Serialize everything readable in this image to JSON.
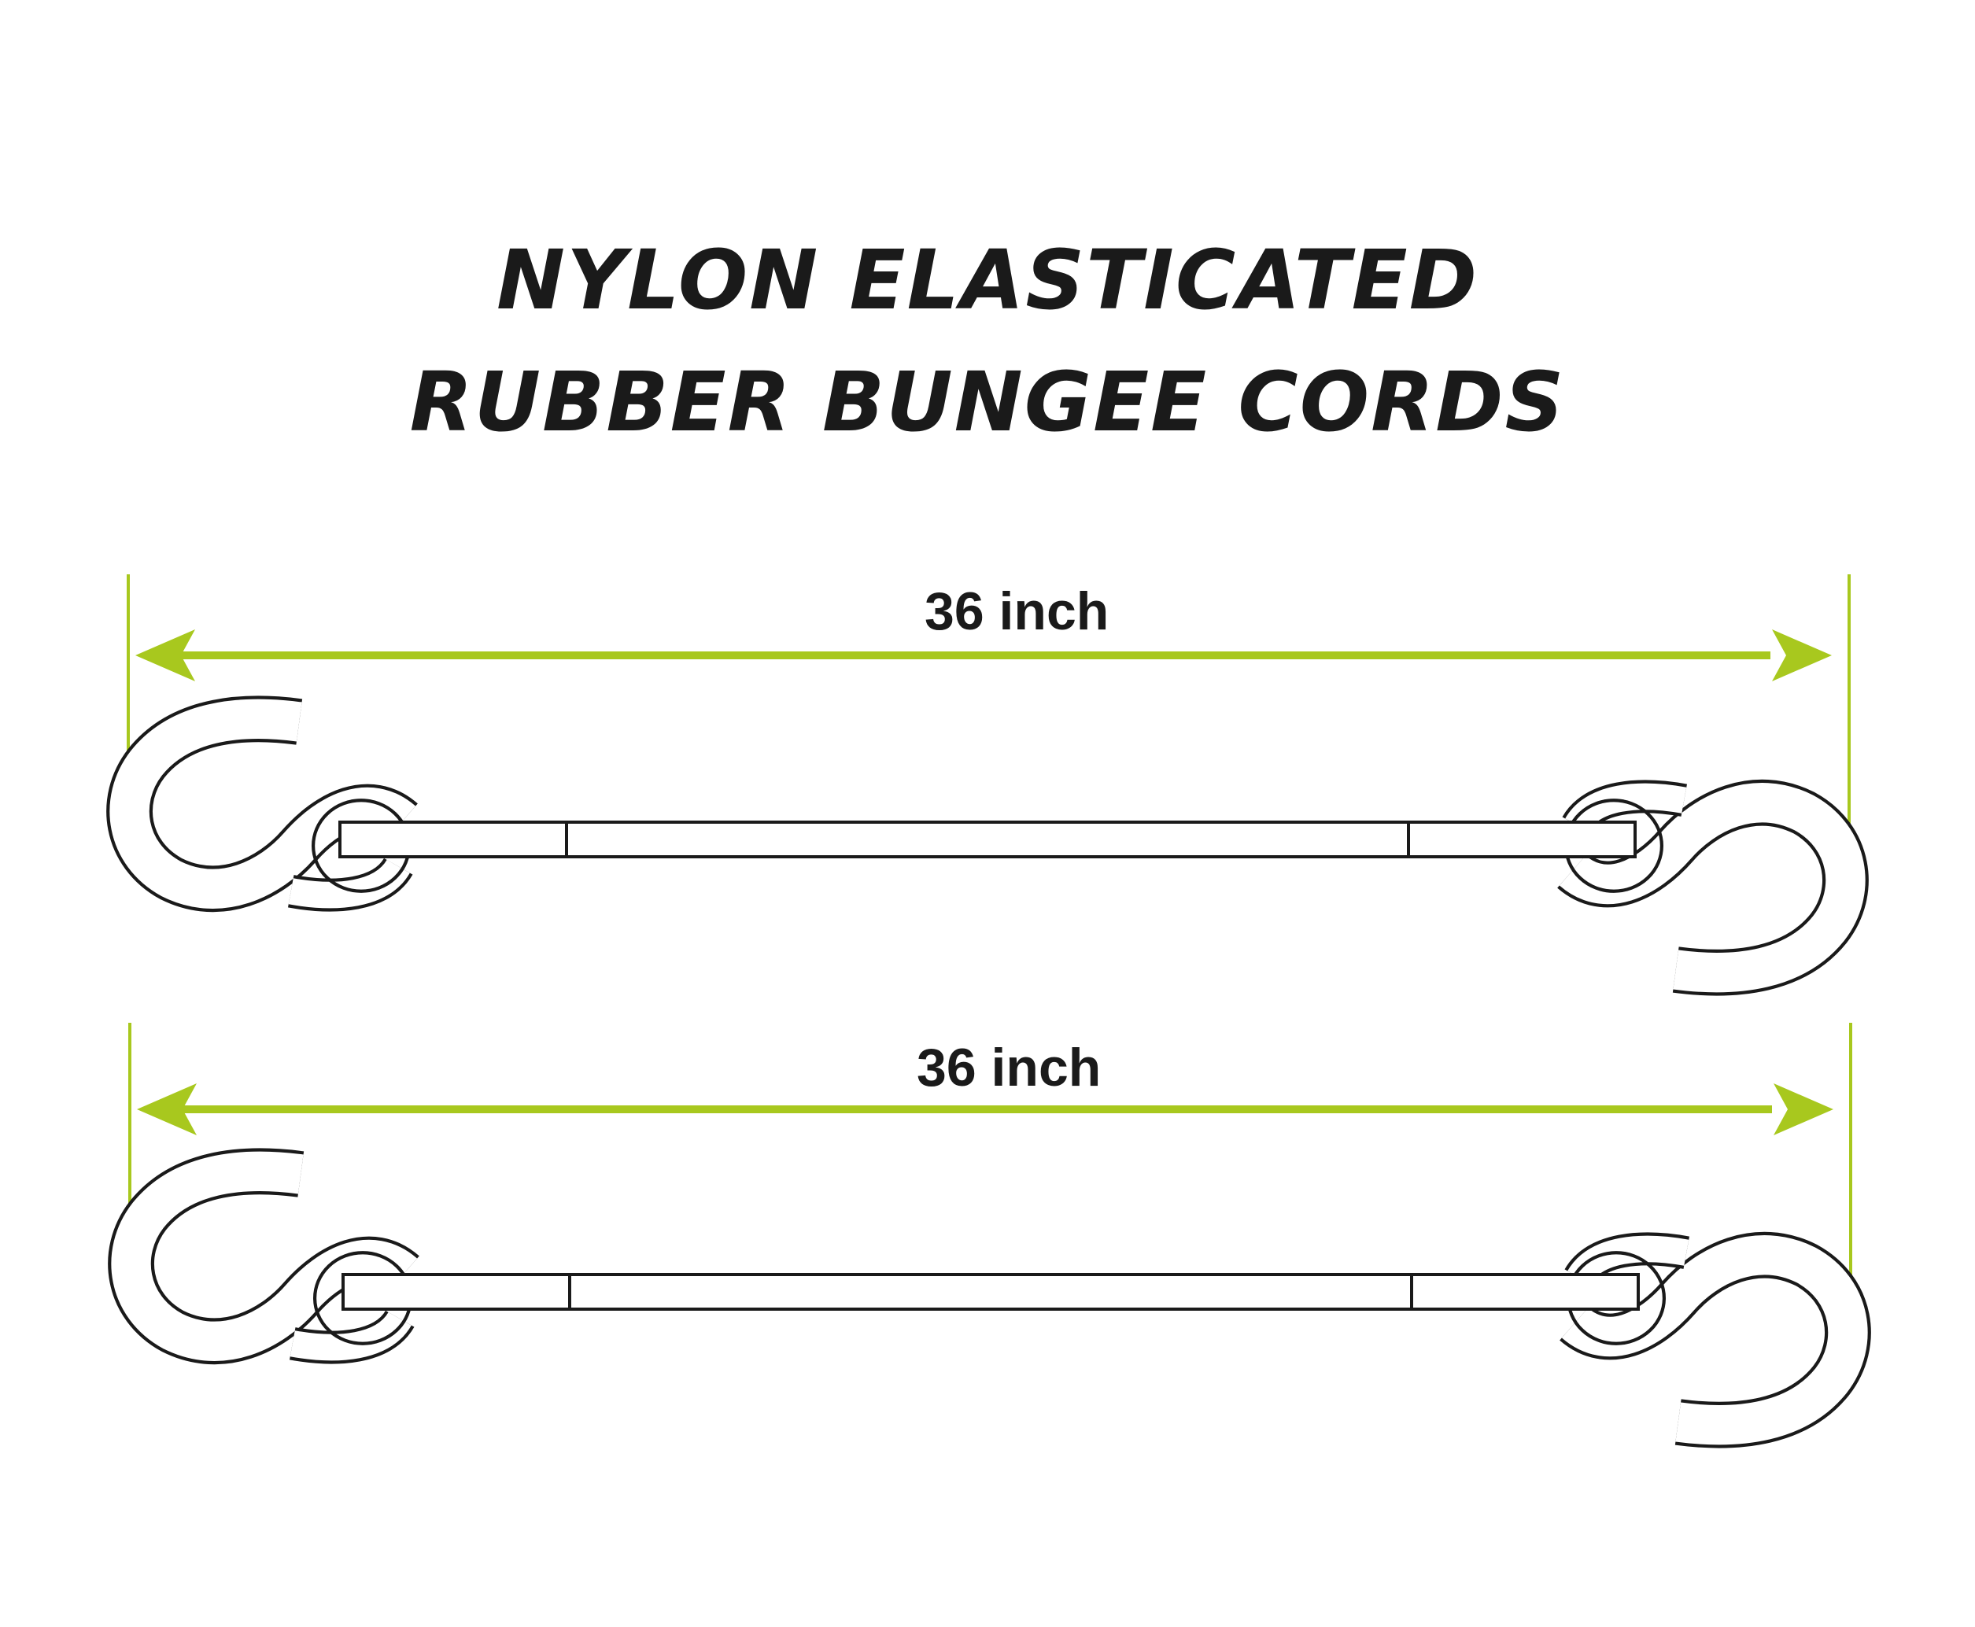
{
  "title": {
    "line1": "NYLON ELASTICATED",
    "line2": "RUBBER BUNGEE CORDS"
  },
  "cords": [
    {
      "length_label": "36 inch"
    },
    {
      "length_label": "36 inch"
    }
  ],
  "colors": {
    "dimension_line": "#a8c81e",
    "outline": "#1a1a1a",
    "text": "#1a1a1a",
    "background": "#ffffff"
  },
  "icons": [
    "s-hook-icon",
    "dimension-arrow-icon"
  ]
}
